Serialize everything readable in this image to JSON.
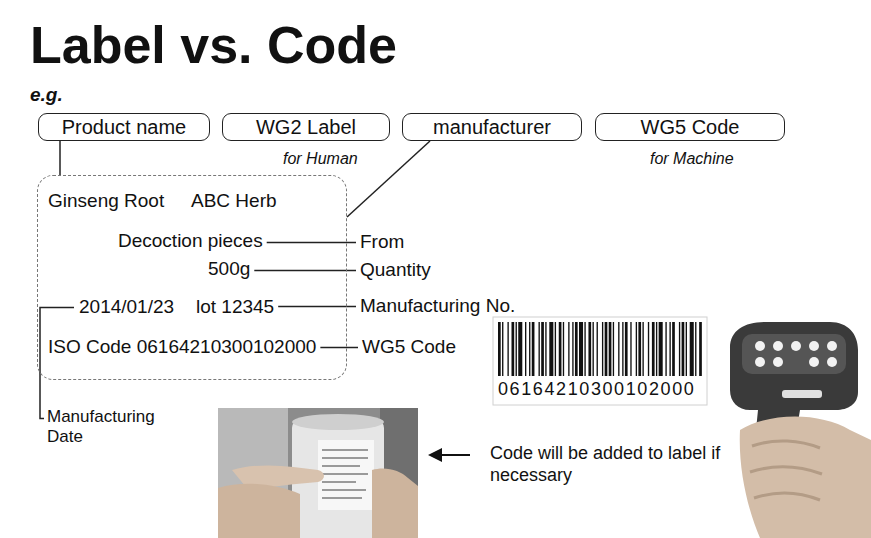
{
  "diagram": {
    "title": "Label vs. Code",
    "nodes": [
      {
        "text": [
          "Product name"
        ]
      },
      {
        "text": [
          "WG2 Label"
        ]
      },
      {
        "text": [
          "manufacturer"
        ]
      },
      {
        "text": [
          "WG5 Code"
        ]
      },
      {
        "text": [
          "Ginseng Root",
          "ABC Herb",
          "Decoction pieces",
          "500g",
          "2014/01/23",
          "lot 12345",
          "ISO Code 06164210300102000"
        ]
      }
    ],
    "edges": [
      {
        "from": 0,
        "to": 4,
        "arrow": "none"
      },
      {
        "from": 2,
        "to": 4,
        "arrow": "none"
      }
    ],
    "labels": [
      "e.g.",
      "for Human",
      "for Machine",
      "From",
      "Quantity",
      "Manufacturing No.",
      "WG5 Code",
      "06164210300102000",
      "Manufacturing Date",
      "Code will be added to label if necessary"
    ]
  }
}
